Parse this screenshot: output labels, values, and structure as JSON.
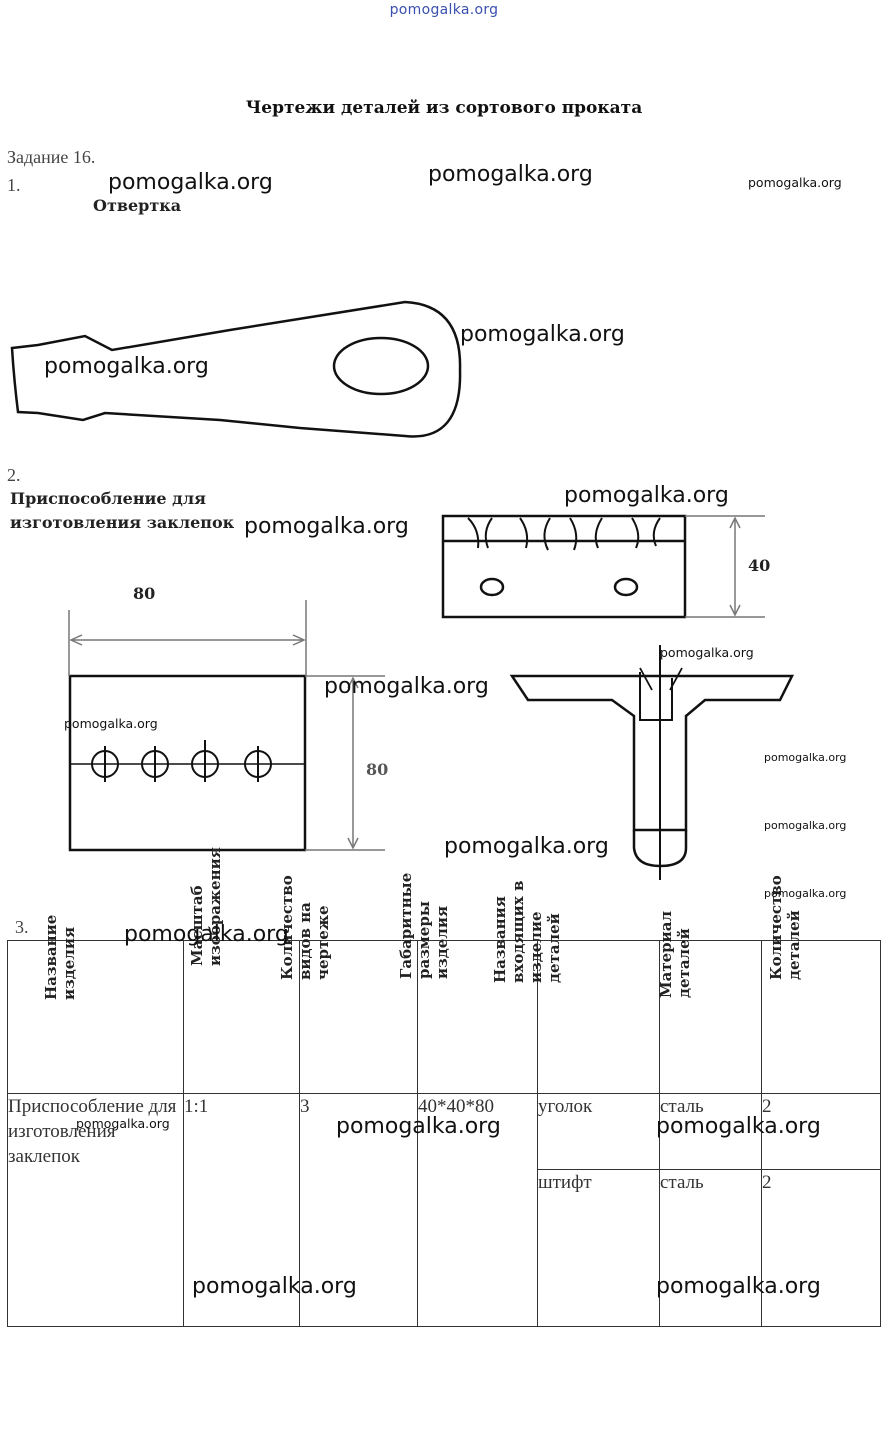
{
  "header": {
    "site": "pomogalka.org"
  },
  "document": {
    "title": "Чертежи деталей из сортового проката",
    "task": "Задание 16.",
    "items": [
      {
        "number": "1.",
        "caption": "Отвертка"
      },
      {
        "number": "2.",
        "caption_line1": "Приспособление для",
        "caption_line2": "изготовления заклепок"
      },
      {
        "number": "3."
      }
    ],
    "dimensions": {
      "width": "80",
      "height_top": "40",
      "height_front": "80"
    }
  },
  "watermarks": [
    "pomogalka.org"
  ],
  "table": {
    "headers": [
      "Название\nизделия",
      "Масштаб\nизображения",
      "Количество\nвидов на\nчертеже",
      "Габаритные\nразмеры\nизделия",
      "Названия\nвходящих в\nизделие\nдеталей",
      "Материал\nдеталей",
      "Количество\nдеталей"
    ],
    "product": {
      "name": "Приспособление для изготовления заклепок",
      "scale": "1:1",
      "views": "3",
      "size": "40*40*80"
    },
    "parts": [
      {
        "name": "уголок",
        "material": "сталь",
        "qty": "2"
      },
      {
        "name": "штифт",
        "material": "сталь",
        "qty": "2"
      }
    ]
  }
}
